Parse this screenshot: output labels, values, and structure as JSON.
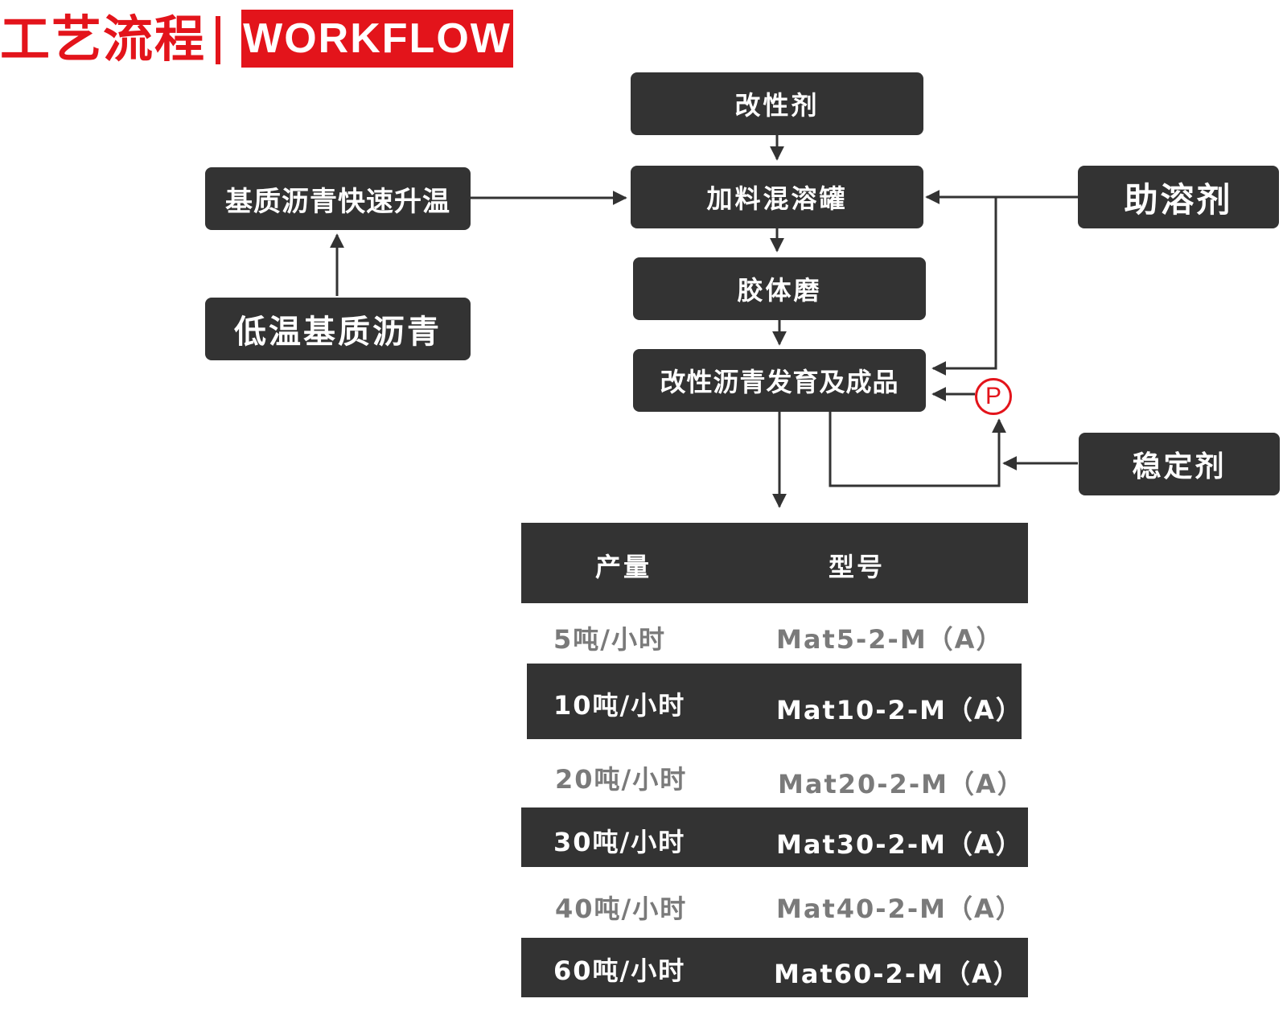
{
  "header": {
    "title_cn": "工艺流程",
    "title_en": "WORKFLOW"
  },
  "flow": {
    "modifier": "改性剂",
    "mixing_tank": "加料混溶罐",
    "heating": "基质沥青快速升温",
    "low_temp_asphalt": "低温基质沥青",
    "cosolvent": "助溶剂",
    "colloid_mill": "胶体磨",
    "development": "改性沥青发育及成品",
    "stabilizer": "稳定剂",
    "pump_label": "P"
  },
  "table": {
    "headers": [
      "产量",
      "型号"
    ],
    "rows": [
      {
        "output": "5吨/小时",
        "model": "Mat5-2-M（A）"
      },
      {
        "output": "10吨/小时",
        "model": "Mat10-2-M（A）"
      },
      {
        "output": "20吨/小时",
        "model": "Mat20-2-M（A）"
      },
      {
        "output": "30吨/小时",
        "model": "Mat30-2-M（A）"
      },
      {
        "output": "40吨/小时",
        "model": "Mat40-2-M（A）"
      },
      {
        "output": "60吨/小时",
        "model": "Mat60-2-M（A）"
      }
    ]
  },
  "colors": {
    "accent": "#e3141b",
    "box": "#333333",
    "light_text": "#7a7a7a"
  }
}
